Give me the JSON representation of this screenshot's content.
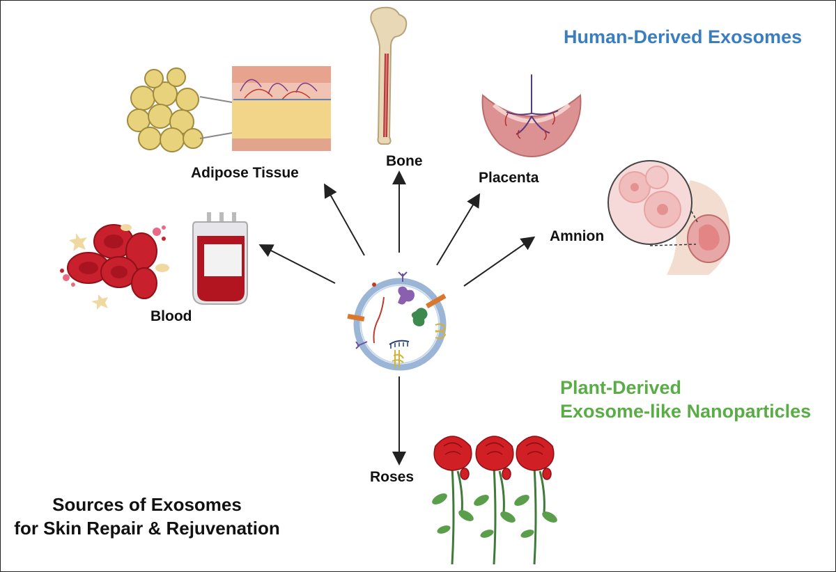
{
  "human_heading": "Human-Derived Exosomes",
  "plant_heading_line1": "Plant-Derived",
  "plant_heading_line2": "Exosome-like Nanoparticles",
  "footer_line1": "Sources of Exosomes",
  "footer_line2": "for Skin Repair & Rejuvenation",
  "sources": {
    "adipose": "Adipose Tissue",
    "bone": "Bone",
    "placenta": "Placenta",
    "amnion": "Amnion",
    "blood": "Blood",
    "roses": "Roses"
  },
  "colors": {
    "human": "#3a7ebf",
    "plant": "#5aad46",
    "arrow": "#222222"
  }
}
